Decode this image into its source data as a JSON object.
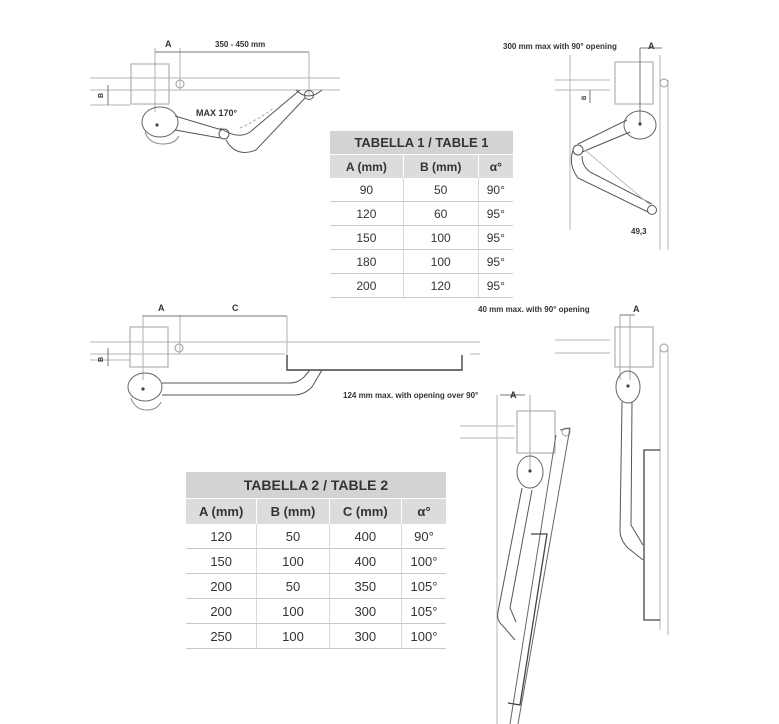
{
  "diagram1": {
    "dim_a": "A",
    "dim_range": "350 - 450 mm",
    "dim_b": "B",
    "angle_label": "MAX 170°"
  },
  "diagram2": {
    "note": "300 mm max with 90° opening",
    "dim_a": "A",
    "dim_b": "B",
    "dim_bottom": "49,3"
  },
  "diagram3": {
    "dim_a": "A",
    "dim_c": "C",
    "dim_b": "B"
  },
  "diagram4": {
    "note": "124 mm max. with opening over 90°",
    "dim_a": "A"
  },
  "diagram5": {
    "note": "40 mm max. with 90° opening",
    "dim_a": "A"
  },
  "table1": {
    "title": "TABELLA 1 / TABLE 1",
    "headers": [
      "A (mm)",
      "B (mm)",
      "α°"
    ],
    "rows": [
      [
        "90",
        "50",
        "90°"
      ],
      [
        "120",
        "60",
        "95°"
      ],
      [
        "150",
        "100",
        "95°"
      ],
      [
        "180",
        "100",
        "95°"
      ],
      [
        "200",
        "120",
        "95°"
      ]
    ]
  },
  "table2": {
    "title": "TABELLA 2 / TABLE 2",
    "headers": [
      "A (mm)",
      "B (mm)",
      "C (mm)",
      "α°"
    ],
    "rows": [
      [
        "120",
        "50",
        "400",
        "90°"
      ],
      [
        "150",
        "100",
        "400",
        "100°"
      ],
      [
        "200",
        "50",
        "350",
        "105°"
      ],
      [
        "200",
        "100",
        "300",
        "105°"
      ],
      [
        "250",
        "100",
        "300",
        "100°"
      ]
    ]
  },
  "colors": {
    "line": "#555555",
    "thin_line": "#b5b5b5",
    "table_header_bg": "#d7d7d7"
  }
}
